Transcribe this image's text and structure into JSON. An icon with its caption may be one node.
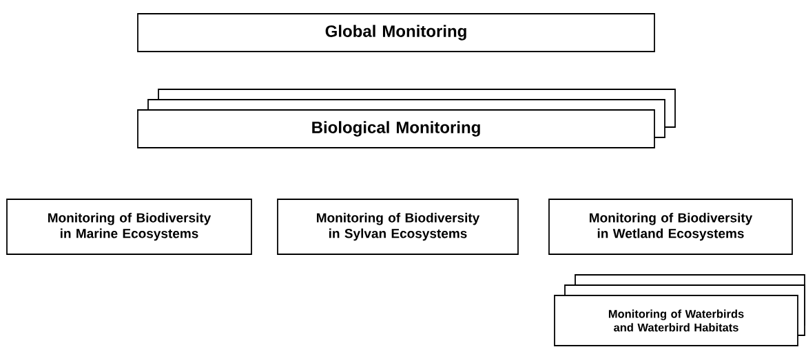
{
  "diagram": {
    "nodes": [
      {
        "text": [
          "Global Monitoring"
        ]
      },
      {
        "text": [
          "Biological Monitoring"
        ]
      },
      {
        "text": [
          "Monitoring of Biodiversity in Marine Ecosystems"
        ]
      },
      {
        "text": [
          "Monitoring of Biodiversity in Sylvan Ecosystems"
        ]
      },
      {
        "text": [
          "Monitoring of Biodiversity in Wetland Ecosystems"
        ]
      },
      {
        "text": [
          "Monitoring of Waterbirds and Waterbird Habitats"
        ]
      }
    ]
  }
}
